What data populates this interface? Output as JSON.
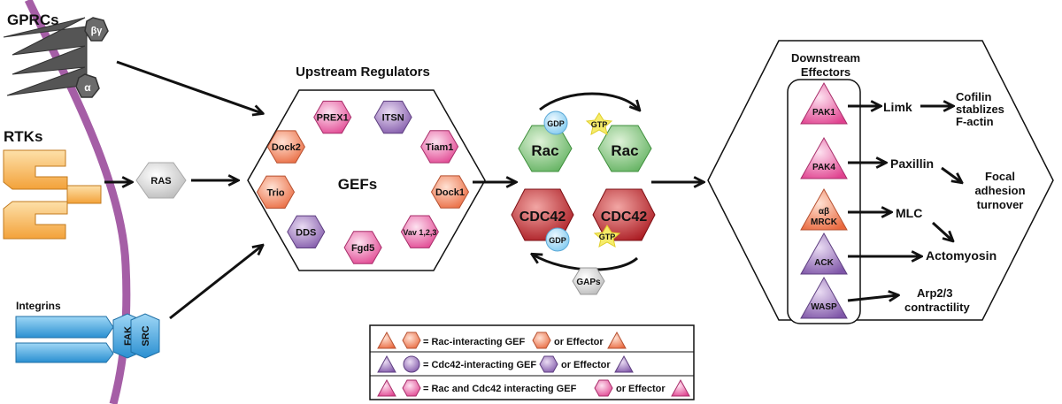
{
  "receptors": {
    "gpcr_label": "GPRCs",
    "gbg_label": "βγ",
    "galpha_label": "α",
    "rtk_label": "RTKs",
    "ras_label": "RAS",
    "integrin_label": "Integrins",
    "fak_label": "FAK",
    "src_label": "SRC"
  },
  "upstream": {
    "title": "Upstream Regulators",
    "center_label": "GEFs",
    "gefs": [
      {
        "label": "PREX1",
        "class": "both"
      },
      {
        "label": "ITSN",
        "class": "cdc42"
      },
      {
        "label": "Tiam1",
        "class": "both"
      },
      {
        "label": "Dock1",
        "class": "rac"
      },
      {
        "label": "Vav 1,2,3",
        "class": "both"
      },
      {
        "label": "Fgd5",
        "class": "both"
      },
      {
        "label": "DDS",
        "class": "cdc42"
      },
      {
        "label": "Trio",
        "class": "rac"
      },
      {
        "label": "Dock2",
        "class": "rac"
      }
    ]
  },
  "cycle": {
    "rac_label": "Rac",
    "cdc42_label": "CDC42",
    "gdp_label": "GDP",
    "gtp_label": "GTP",
    "gaps_label": "GAPs"
  },
  "downstream": {
    "title_line1": "Downstream",
    "title_line2": "Effectors",
    "effectors": [
      {
        "label": "PAK1",
        "class": "both"
      },
      {
        "label": "PAK4",
        "class": "both"
      },
      {
        "label": "αβ",
        "label2": "MRCK",
        "class": "rac"
      },
      {
        "label": "ACK",
        "class": "cdc42"
      },
      {
        "label": "WASP",
        "class": "cdc42"
      }
    ],
    "targets": {
      "limk": "Limk",
      "cofilin_1": "Cofilin",
      "cofilin_2": "stablizes",
      "cofilin_3": "F-actin",
      "paxillin": "Paxillin",
      "focal_1": "Focal",
      "focal_2": "adhesion",
      "focal_3": "turnover",
      "mlc": "MLC",
      "actomyosin": "Actomyosin",
      "arp_1": "Arp2/3",
      "arp_2": "contractility"
    }
  },
  "legend": {
    "row1_label": "= Rac-interacting GEF",
    "row1_or": "or Effector",
    "row2_label": "= Cdc42-interacting GEF",
    "row2_or": "or Effector",
    "row3_label": "= Rac and Cdc42 interacting GEF",
    "row3_or": "or Effector"
  },
  "colors": {
    "rac_class": "#ef7f5c",
    "cdc42_class": "#9370b7",
    "both_class": "#e95aa1",
    "rac_gtpase": "#7cc27a",
    "cdc42_gtpase": "#c2252c",
    "gdp": "#9dd6f2",
    "gtp": "#f6ec6a",
    "membrane": "#a55ea6",
    "integrin": "#3ea0dc",
    "rtk": "#f6a947",
    "gpcr": "#555555"
  }
}
